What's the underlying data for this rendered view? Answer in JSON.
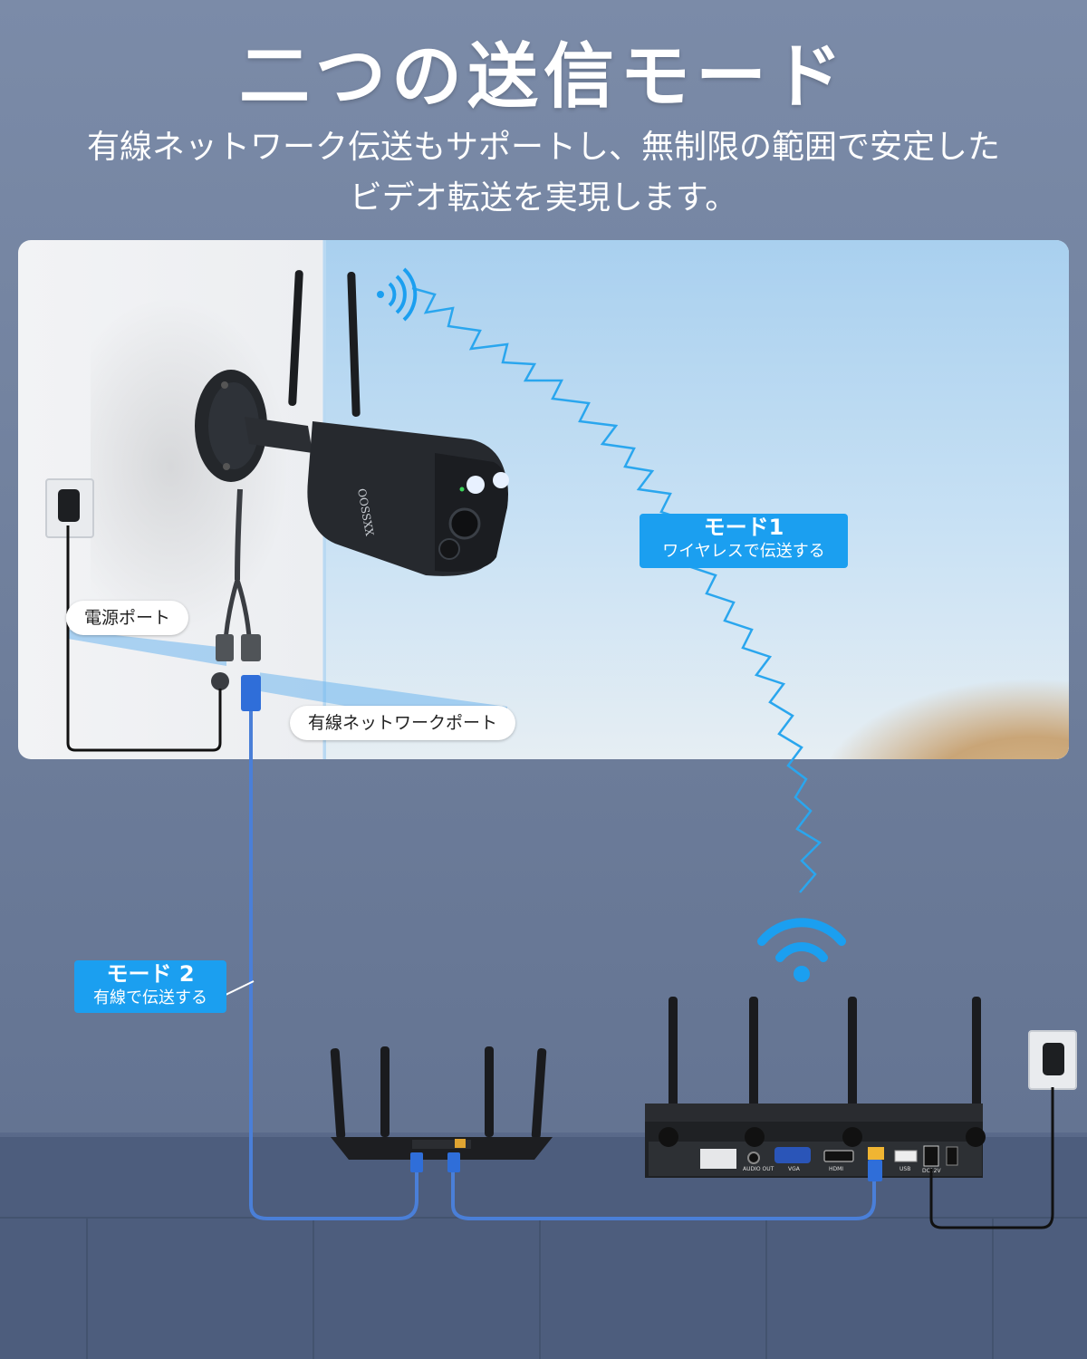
{
  "title": "二つの送信モード",
  "subtitle_line1": "有線ネットワーク伝送もサポートし、無制限の範囲で安定した",
  "subtitle_line2": "ビデオ転送を実現します。",
  "callouts": {
    "power_port": "電源ポート",
    "network_port": "有線ネットワークポート"
  },
  "mode1": {
    "title": "モード1",
    "subtitle": "ワイヤレスで伝送する"
  },
  "mode2": {
    "title": "モード 2",
    "subtitle": "有線で伝送する"
  },
  "camera_brand": "OOSSXX",
  "nvr_ports": [
    "AUDIO OUT",
    "VGA",
    "HDMI",
    "USB",
    "DC12V"
  ],
  "colors": {
    "accent": "#1b9ff0",
    "cable": "#4a7fd8",
    "signal": "#2aa6ee"
  }
}
